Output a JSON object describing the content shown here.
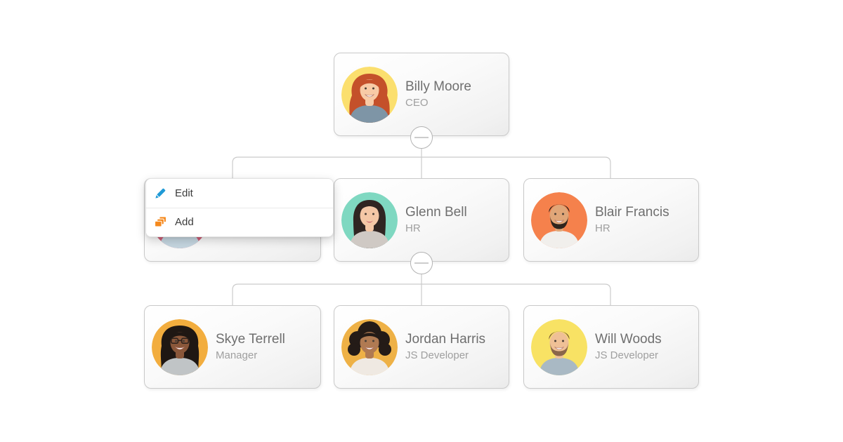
{
  "page": {
    "background": "#ffffff"
  },
  "menu": {
    "items": [
      {
        "label": "Edit",
        "icon": "pencil-icon",
        "icon_color": "#1f9ad6"
      },
      {
        "label": "Add",
        "icon": "layers-icon",
        "icon_color": "#f5891d"
      }
    ]
  },
  "chart": {
    "type": "org-chart",
    "connector_color": "#cbcbcb",
    "toggles": [
      {
        "symbol": "minus",
        "below": "Billy Moore"
      },
      {
        "symbol": "minus",
        "below": "Glenn Bell"
      }
    ],
    "nodes": [
      {
        "name": "Billy Moore",
        "title": "CEO",
        "avatar": {
          "label": "woman-red-long-hair",
          "style": "long-wavy",
          "bg": "#fbdf6e",
          "skin": "#f8cba6",
          "hair": "#c4502a",
          "shirt": "#7e95a6",
          "smile": "big"
        }
      },
      {
        "name": "",
        "title": "",
        "covered_by_menu": true,
        "avatar": {
          "label": "man-dark-beard",
          "style": "short-beard",
          "beard": true,
          "bg": "#ce5e77",
          "skin": "#d99c71",
          "hair": "#332620",
          "shirt": "#c5d6e0",
          "smile": "soft"
        }
      },
      {
        "name": "Glenn Bell",
        "title": "HR",
        "avatar": {
          "label": "woman-long-dark-hair",
          "style": "long-straight",
          "bg": "#7fd8c1",
          "skin": "#f4c7a6",
          "hair": "#302522",
          "shirt": "#cfc9c4",
          "smile": "lips"
        }
      },
      {
        "name": "Blair Francis",
        "title": "HR",
        "avatar": {
          "label": "man-beard-smiling",
          "style": "short-beard",
          "beard": true,
          "bg": "#f5814c",
          "skin": "#e0a678",
          "hair": "#2f241d",
          "shirt": "#f1efec",
          "smile": "big"
        }
      },
      {
        "name": "Skye Terrell",
        "title": "Manager",
        "avatar": {
          "label": "woman-curly-hair-glasses",
          "style": "curly-bob",
          "glasses": true,
          "bg": "#f2ad3e",
          "skin": "#8a573a",
          "hair": "#1f1713",
          "shirt": "#c0c4c6",
          "smile": "big"
        }
      },
      {
        "name": "Jordan Harris",
        "title": "JS Developer",
        "avatar": {
          "label": "woman-big-curly-hair",
          "style": "afro",
          "bg": "#eeb146",
          "skin": "#b07a52",
          "hair": "#241b17",
          "shirt": "#efe9e2",
          "smile": "big"
        }
      },
      {
        "name": "Will Woods",
        "title": "JS Developer",
        "avatar": {
          "label": "man-short-brown-hair",
          "style": "short",
          "beard": true,
          "beard_color": "#8a664a",
          "bg": "#f8e264",
          "skin": "#efc096",
          "hair": "#7d5b3c",
          "shirt": "#a9b9c4",
          "smile": "big"
        }
      }
    ]
  }
}
